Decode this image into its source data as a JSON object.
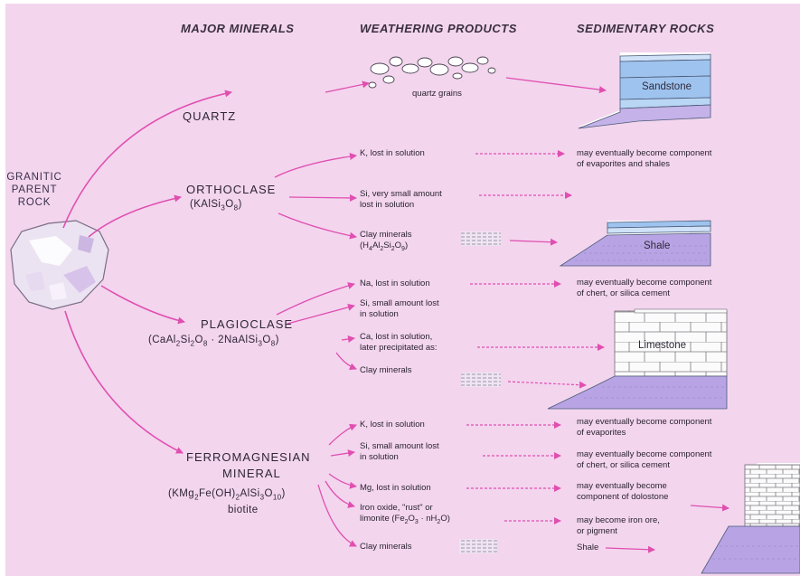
{
  "headers": {
    "minerals": "MAJOR MINERALS",
    "weathering": "WEATHERING PRODUCTS",
    "sedimentary": "SEDIMENTARY ROCKS"
  },
  "parent_rock": {
    "line1": "GRANITIC",
    "line2": "PARENT",
    "line3": "ROCK"
  },
  "quartz": {
    "mineral": "QUARTZ",
    "product": "quartz grains",
    "rock": "Sandstone"
  },
  "orthoclase": {
    "mineral": "ORTHOCLASE",
    "formula": "(KAlSi3O8)",
    "k_product": "K, lost in solution",
    "k_result_1": "may eventually become component",
    "k_result_2": "of evaporites and shales",
    "si_product_1": "Si, very small amount",
    "si_product_2": "lost in solution",
    "clay_product_1": "Clay minerals",
    "clay_formula": "(H4Al2Si2O9)",
    "rock": "Shale"
  },
  "plagioclase": {
    "mineral": "PLAGIOCLASE",
    "formula": "(CaAl2Si2O8 · 2NaAlSi3O8)",
    "na_product": "Na, lost in solution",
    "na_result_1": "may eventually become component",
    "na_result_2": "of chert, or silica cement",
    "si_product_1": "Si, small amount lost",
    "si_product_2": "in solution",
    "ca_product_1": "Ca, lost in solution,",
    "ca_product_2": "later precipitated as:",
    "clay_product": "Clay minerals",
    "rock": "Limestone"
  },
  "ferromagnesian": {
    "mineral_1": "FERROMAGNESIAN",
    "mineral_2": "MINERAL",
    "formula": "(KMg2Fe(OH)2AlSi3O10)",
    "name": "biotite",
    "k_product": "K, lost in solution",
    "k_result_1": "may eventually become component",
    "k_result_2": "of evaporites",
    "si_product_1": "Si, small amount lost",
    "si_product_2": "in solution",
    "si_result_1": "may eventually become component",
    "si_result_2": "of chert, or silica cement",
    "mg_product": "Mg, lost in solution",
    "mg_result_1": "may eventually become",
    "mg_result_2": "component of dolostone",
    "iron_product_1": "Iron oxide, \"rust\" or",
    "iron_product_2": "limonite (Fe2O3 · nH2O)",
    "iron_result_1": "may become iron ore,",
    "iron_result_2": "or pigment",
    "clay_product": "Clay minerals",
    "rock": "Shale"
  },
  "colors": {
    "background": "#f3d5ee",
    "arrow": "#e04fb0",
    "sandstone": "#9ec3ee",
    "shale": "#b8a4e4",
    "limestone": "#fbfbfb"
  }
}
